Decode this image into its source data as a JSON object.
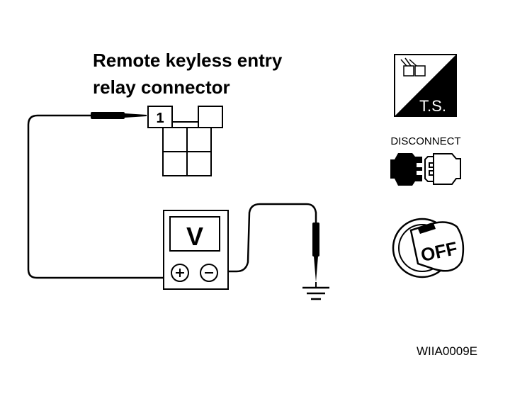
{
  "title": {
    "line1": "Remote keyless entry",
    "line2": "relay connector"
  },
  "connector": {
    "terminal": "1"
  },
  "meter": {
    "display": "V",
    "positive_symbol": "+",
    "negative_symbol": "−"
  },
  "icons": {
    "ts_label": "T.S.",
    "disconnect_label": "DISCONNECT",
    "ignition_label": "OFF"
  },
  "figure_code": "WIIA0009E"
}
